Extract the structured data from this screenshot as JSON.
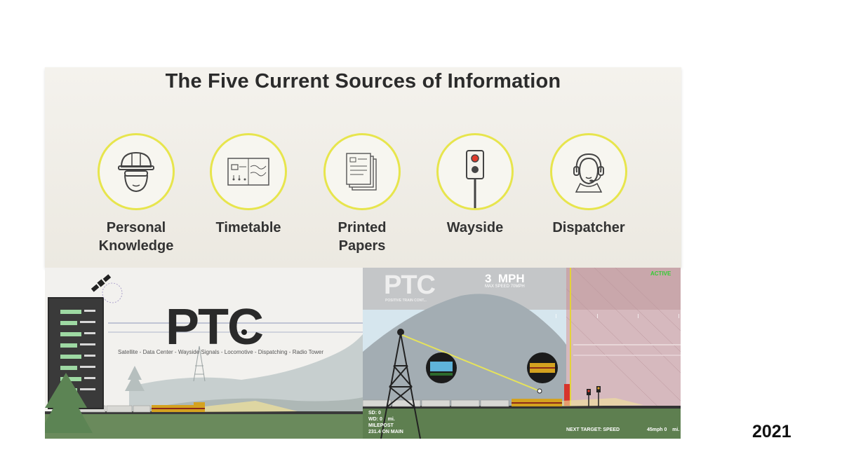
{
  "title": "The Five Current Sources of Information",
  "sources": [
    {
      "label_lines": [
        "Personal",
        "Knowledge"
      ],
      "icon": "hardhat-person-icon"
    },
    {
      "label_lines": [
        "Timetable"
      ],
      "icon": "timetable-icon"
    },
    {
      "label_lines": [
        "Printed",
        "Papers"
      ],
      "icon": "papers-icon"
    },
    {
      "label_lines": [
        "Wayside"
      ],
      "icon": "signal-icon"
    },
    {
      "label_lines": [
        "Dispatcher"
      ],
      "icon": "headset-person-icon"
    }
  ],
  "ptc_left": {
    "title": "PTC",
    "subtitle": "Satellite - Data Center - Wayside Signals - Locomotive - Dispatching - Radio Tower"
  },
  "ptc_right": {
    "logo": "PTC",
    "logo_sub": "POSITIVE TRAIN CONT...",
    "speed": "3  MPH",
    "max_speed": "MAX SPEED 70MPH",
    "active": "ACTIVE",
    "hud_lines": [
      "SD: 0",
      "WD: 0    mi.",
      "MILEPOST",
      "231.4 ON MAIN"
    ],
    "next_target": "NEXT TARGET: SPEED",
    "target_value": "45mph 0    mi."
  },
  "year": "2021",
  "colors": {
    "ring": "#e7e54d",
    "loco": "#d4a21f",
    "signal_red": "#d7342c",
    "active_green": "#33cc33"
  }
}
